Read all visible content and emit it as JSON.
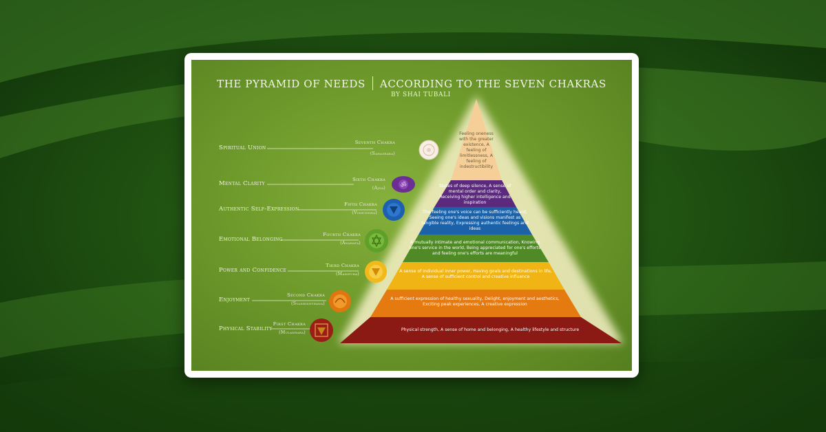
{
  "poster": {
    "title_left": "THE PYRAMID OF NEEDS",
    "title_right": "ACCORDING TO THE SEVEN CHAKRAS",
    "byline": "BY SHAI TUBALI"
  },
  "rows": [
    {
      "label": "Spiritual Union",
      "chakra": "Seventh Chakra",
      "sanskrit": "(Sahasrara)",
      "need": "Feeling oneness with the greater existence, A feeling of limitlessness, A feeling of indestructibility",
      "color": "#f4c890"
    },
    {
      "label": "Mental Clarity",
      "chakra": "Sixth Chakra",
      "sanskrit": "(Ajna)",
      "need": "States of deep silence, A sense of mental order and clarity, Receiving higher intelligence and inspiration",
      "color": "#5b2a7c"
    },
    {
      "label": "Authentic Self-Expression",
      "chakra": "Fifth Chakra",
      "sanskrit": "(Vishuddha)",
      "need": "The feeling one's voice can be sufficiently heard, Seeing one's ideas and visions manifest as tangible reality, Expressing authentic feelings and ideas",
      "color": "#1c62a8"
    },
    {
      "label": "Emotional Belonging",
      "chakra": "Fourth Chakra",
      "sanskrit": "(Anahata)",
      "need": "A mutually intimate and emotional communication, Knowing one's service in the world, Being appreciated for one's efforts and feeling one's efforts are meaningful",
      "color": "#4f8a26"
    },
    {
      "label": "Power and Confidence",
      "chakra": "Third Chakra",
      "sanskrit": "(Manipura)",
      "need": "A sense of individual inner power, Having goals and destinations in life, A sense of sufficient control and creative influence",
      "color": "#f0b515"
    },
    {
      "label": "Enjoyment",
      "chakra": "Second Chakra",
      "sanskrit": "(Svadhishthana)",
      "need": "A sufficient expression of healthy sexuality, Delight, enjoyment and aesthetics, Exciting peak experiences, A creative expression",
      "color": "#e57a10"
    },
    {
      "label": "Physical Stability",
      "chakra": "First Chakra",
      "sanskrit": "(Muladhara)",
      "need": "Physical strength, A sense of home and belonging, A healthy lifestyle and structure",
      "color": "#8b1a14"
    }
  ]
}
